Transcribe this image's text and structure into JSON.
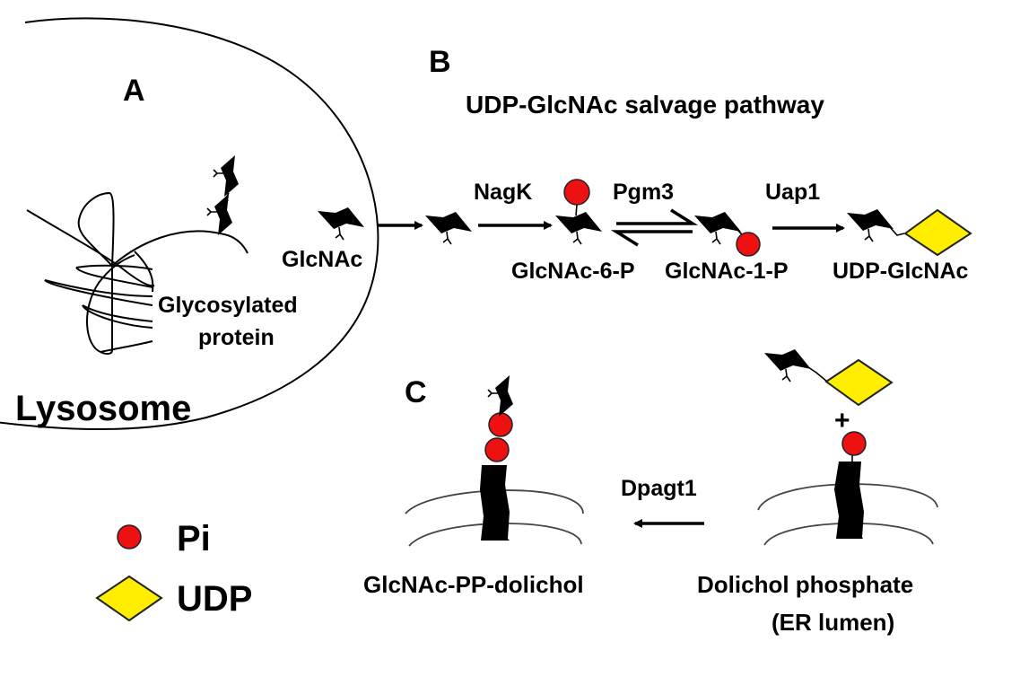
{
  "panels": {
    "a": {
      "label": "A",
      "compartment": "Lysosome",
      "protein_label_line1": "Glycosylated",
      "protein_label_line2": "protein",
      "released_sugar": "GlcNAc"
    },
    "b": {
      "label": "B",
      "title": "UDP-GlcNAc salvage pathway",
      "enzymes": [
        "NagK",
        "Pgm3",
        "Uap1"
      ],
      "products": [
        "GlcNAc-6-P",
        "GlcNAc-1-P",
        "UDP-GlcNAc"
      ]
    },
    "c": {
      "label": "C",
      "enzyme": "Dpagt1",
      "product": "GlcNAc-PP-dolichol",
      "substrate_line1": "Dolichol phosphate",
      "substrate_line2": "(ER lumen)",
      "plus": "+"
    }
  },
  "legend": {
    "items": [
      {
        "symbol": "circle",
        "label": "Pi",
        "color": "#ee1111"
      },
      {
        "symbol": "diamond",
        "label": "UDP",
        "color": "#ffee00"
      }
    ]
  },
  "colors": {
    "phosphate": "#ee1111",
    "udp": "#ffee00",
    "ink": "#000000"
  }
}
